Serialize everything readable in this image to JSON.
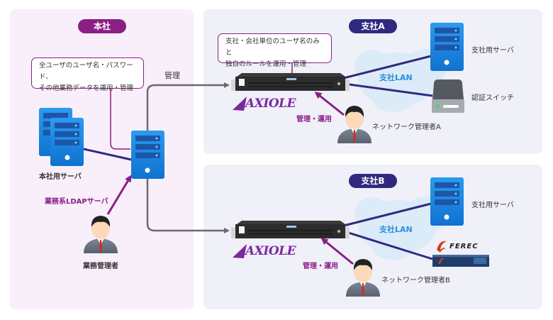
{
  "colors": {
    "hq_bg": "#f9effa",
    "branch_bg": "#f0f0f9",
    "hq_accent": "#8a1f86",
    "branch_accent": "#2f2a7e",
    "lan_text": "#2a8de0",
    "server_blue": "#1a8be3",
    "connector_gray": "#6b6b6b"
  },
  "hq": {
    "title": "本社",
    "callout_line1": "全ユーザのユーザ名・パスワード、",
    "callout_line2": "その他業務データを運用・管理",
    "servers_label": "本社用サーバ",
    "ldap_label": "業務系LDAPサーバ",
    "admin_label": "業務管理者",
    "manage_label": "管理"
  },
  "branch_a": {
    "title": "支社A",
    "callout_line1": "支社・会社単位のユーザ名のみと",
    "callout_line2": "独自のルールを運用・管理",
    "product_logo": "AXIOLE",
    "operate_label": "管理・運用",
    "lan_label": "支社LAN",
    "server_label": "支社用サーバ",
    "switch_label": "認証スイッチ",
    "admin_label": "ネットワーク管理者A"
  },
  "branch_b": {
    "title": "支社B",
    "product_logo": "AXIOLE",
    "operate_label": "管理・運用",
    "lan_label": "支社LAN",
    "server_label": "支社用サーバ",
    "device_logo": "FEREC",
    "admin_label": "ネットワーク管理者B"
  }
}
